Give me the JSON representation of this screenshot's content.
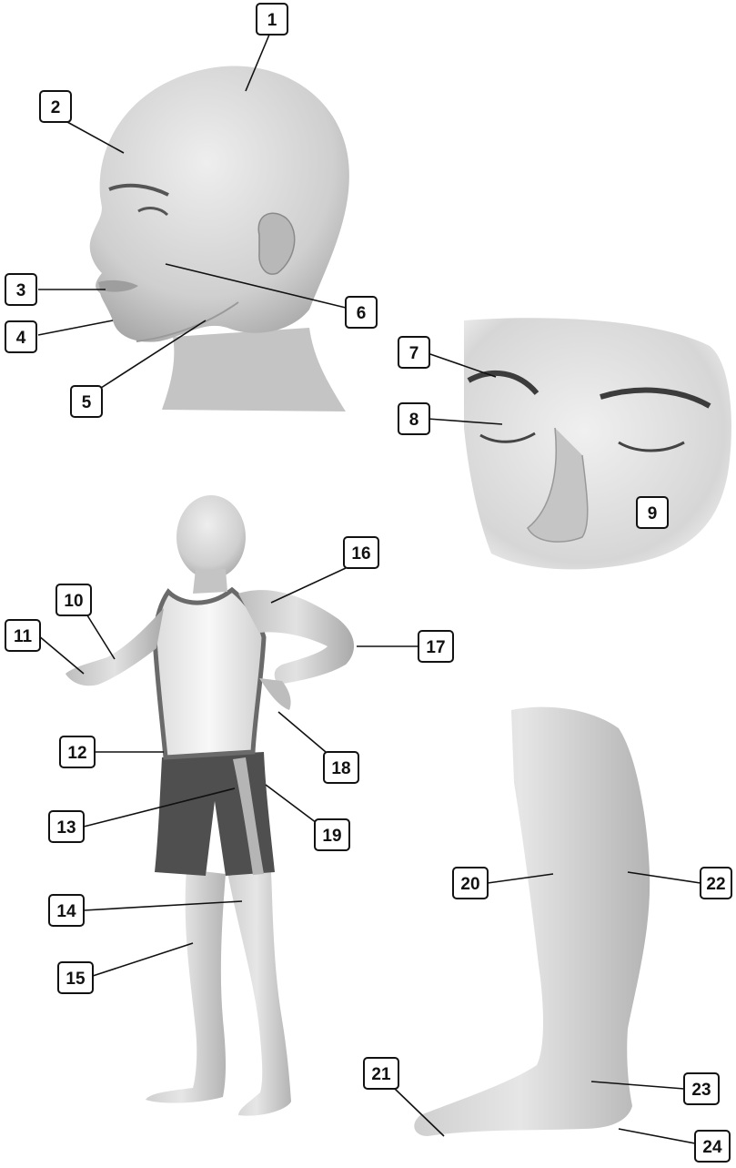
{
  "callouts": [
    {
      "id": "callout-1",
      "label": "1"
    },
    {
      "id": "callout-2",
      "label": "2"
    },
    {
      "id": "callout-3",
      "label": "3"
    },
    {
      "id": "callout-4",
      "label": "4"
    },
    {
      "id": "callout-5",
      "label": "5"
    },
    {
      "id": "callout-6",
      "label": "6"
    },
    {
      "id": "callout-7",
      "label": "7"
    },
    {
      "id": "callout-8",
      "label": "8"
    },
    {
      "id": "callout-9",
      "label": "9"
    },
    {
      "id": "callout-10",
      "label": "10"
    },
    {
      "id": "callout-11",
      "label": "11"
    },
    {
      "id": "callout-12",
      "label": "12"
    },
    {
      "id": "callout-13",
      "label": "13"
    },
    {
      "id": "callout-14",
      "label": "14"
    },
    {
      "id": "callout-15",
      "label": "15"
    },
    {
      "id": "callout-16",
      "label": "16"
    },
    {
      "id": "callout-17",
      "label": "17"
    },
    {
      "id": "callout-18",
      "label": "18"
    },
    {
      "id": "callout-19",
      "label": "19"
    },
    {
      "id": "callout-20",
      "label": "20"
    },
    {
      "id": "callout-21",
      "label": "21"
    },
    {
      "id": "callout-22",
      "label": "22"
    },
    {
      "id": "callout-23",
      "label": "23"
    },
    {
      "id": "callout-24",
      "label": "24"
    }
  ],
  "colors": {
    "skin_light": "#e4e4e4",
    "skin_mid": "#c9c9c9",
    "skin_dark": "#9a9a9a",
    "shorts": "#4f4f4f",
    "shorts_stripe": "#b5b5b5",
    "tank_top": "#f4f4f4",
    "tank_trim": "#6a6a6a",
    "line": "#111111"
  }
}
